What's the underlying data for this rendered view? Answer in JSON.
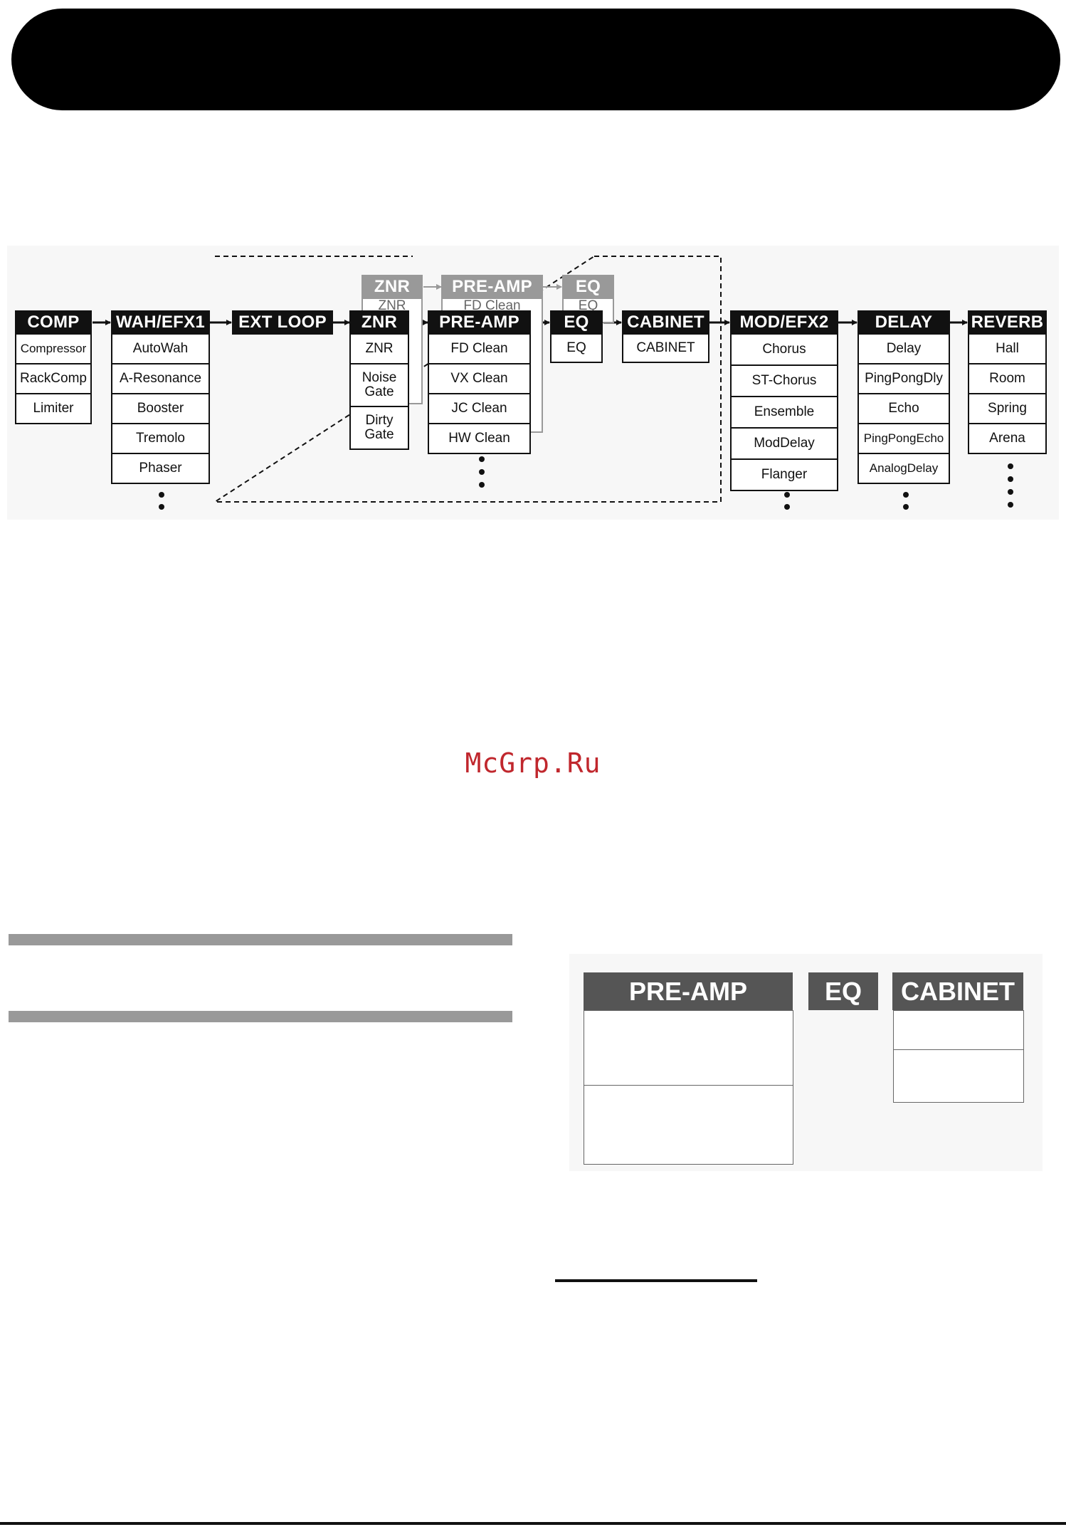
{
  "watermark": "McGrp.Ru",
  "chain": {
    "blocks": [
      {
        "title": "COMP",
        "items": [
          "Compressor",
          "RackComp",
          "Limiter"
        ]
      },
      {
        "title": "WAH/EFX1",
        "items": [
          "AutoWah",
          "A-Resonance",
          "Booster",
          "Tremolo",
          "Phaser"
        ]
      },
      {
        "title": "EXT LOOP",
        "items": []
      },
      {
        "title": "ZNR",
        "items": [
          "ZNR",
          "Noise Gate",
          "Dirty Gate"
        ]
      },
      {
        "title": "PRE-AMP",
        "items": [
          "FD Clean",
          "VX Clean",
          "JC Clean",
          "HW Clean"
        ]
      },
      {
        "title": "EQ",
        "items": [
          "EQ"
        ]
      },
      {
        "title": "CABINET",
        "items": [
          "CABINET"
        ]
      },
      {
        "title": "MOD/EFX2",
        "items": [
          "Chorus",
          "ST-Chorus",
          "Ensemble",
          "ModDelay",
          "Flanger"
        ]
      },
      {
        "title": "DELAY",
        "items": [
          "Delay",
          "PingPongDly",
          "Echo",
          "PingPongEcho",
          "AnalogDelay"
        ]
      },
      {
        "title": "REVERB",
        "items": [
          "Hall",
          "Room",
          "Spring",
          "Arena"
        ]
      }
    ],
    "ghost": {
      "znr_title": "ZNR",
      "znr_item": "ZNR",
      "preamp_title": "PRE-AMP",
      "preamp_item": "FD Clean",
      "eq_title": "EQ",
      "eq_item": "EQ"
    }
  },
  "figure2": {
    "preamp_label": "PRE-AMP",
    "eq_label": "EQ",
    "cabinet_label": "CABINET"
  }
}
